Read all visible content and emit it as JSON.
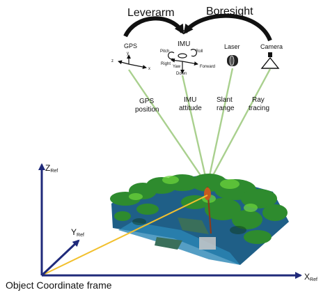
{
  "arrows": {
    "leverarm": "Leverarm",
    "boresight": "Boresight"
  },
  "sensors": {
    "gps": "GPS",
    "imu": "IMU",
    "laser": "Laser",
    "camera": "Camera"
  },
  "gps_axes": {
    "x": "x",
    "y": "y",
    "z": "z"
  },
  "imu_axes": {
    "pitch": "Pitch",
    "roll": "Roll",
    "right": "Right",
    "yaw": "Yaw",
    "forward": "Forward",
    "down": "Down"
  },
  "rays": {
    "gps_position": [
      "GPS",
      "position"
    ],
    "imu_attitude": [
      "IMU",
      "attitude"
    ],
    "slant_range": [
      "Slant",
      "range"
    ],
    "ray_tracing": [
      "Ray",
      "tracing"
    ]
  },
  "frame": {
    "z_main": "Z",
    "z_sub": "Ref",
    "y_main": "Y",
    "y_sub": "Ref",
    "x_main": "X",
    "x_sub": "Ref",
    "caption": "Object Coordinate frame"
  },
  "colors": {
    "frame_axis": "#1f2a7a",
    "ray_line": "#a9d08e",
    "origin_vector": "#f2c02e",
    "tree_green": "#2e8b2e",
    "ground_blue": "#1f5f87",
    "scan_line": "#8b3a1a"
  }
}
